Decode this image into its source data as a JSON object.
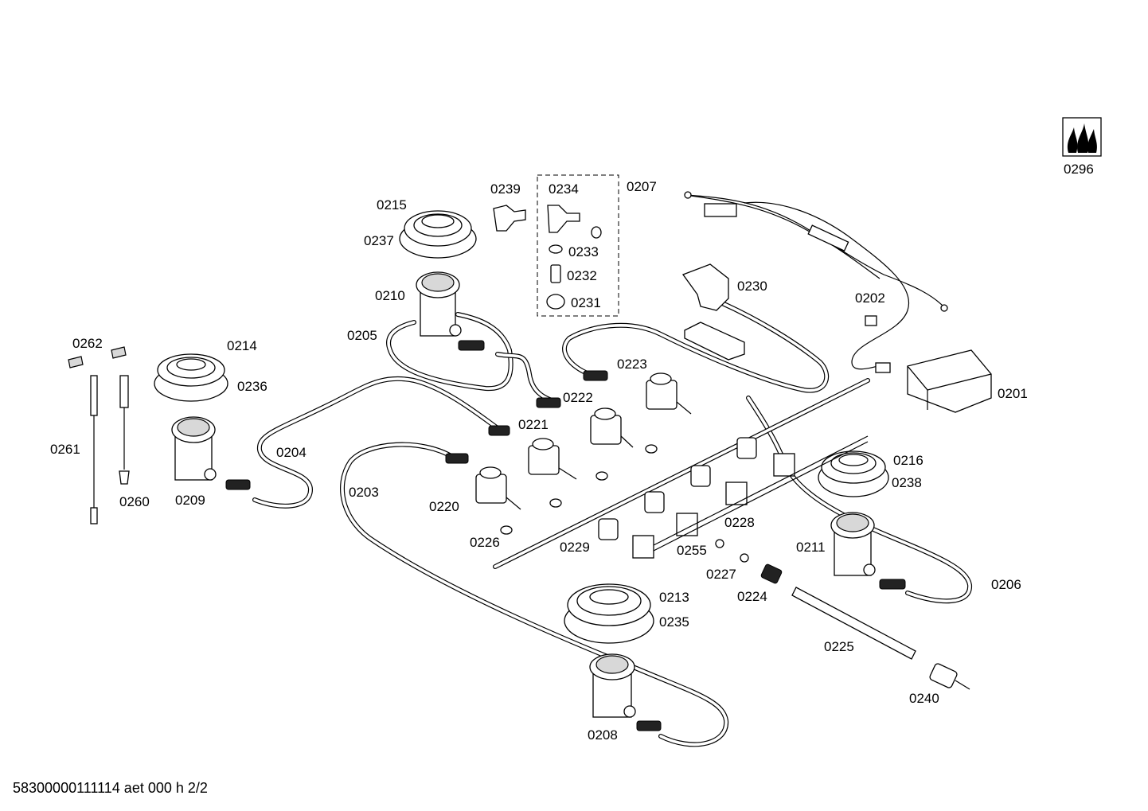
{
  "document_code": "58300000111114 aet 000 h 2/2",
  "parts": {
    "p0201": "0201",
    "p0202": "0202",
    "p0203": "0203",
    "p0204": "0204",
    "p0205": "0205",
    "p0206": "0206",
    "p0207": "0207",
    "p0208": "0208",
    "p0209": "0209",
    "p0210": "0210",
    "p0211": "0211",
    "p0213": "0213",
    "p0214": "0214",
    "p0215": "0215",
    "p0216": "0216",
    "p0220": "0220",
    "p0221": "0221",
    "p0222": "0222",
    "p0223": "0223",
    "p0224": "0224",
    "p0225": "0225",
    "p0226": "0226",
    "p0227": "0227",
    "p0228": "0228",
    "p0229": "0229",
    "p0230": "0230",
    "p0231": "0231",
    "p0232": "0232",
    "p0233": "0233",
    "p0234": "0234",
    "p0235": "0235",
    "p0236": "0236",
    "p0237": "0237",
    "p0238": "0238",
    "p0239": "0239",
    "p0240": "0240",
    "p0255": "0255",
    "p0260": "0260",
    "p0261": "0261",
    "p0262": "0262",
    "p0296": "0296"
  }
}
